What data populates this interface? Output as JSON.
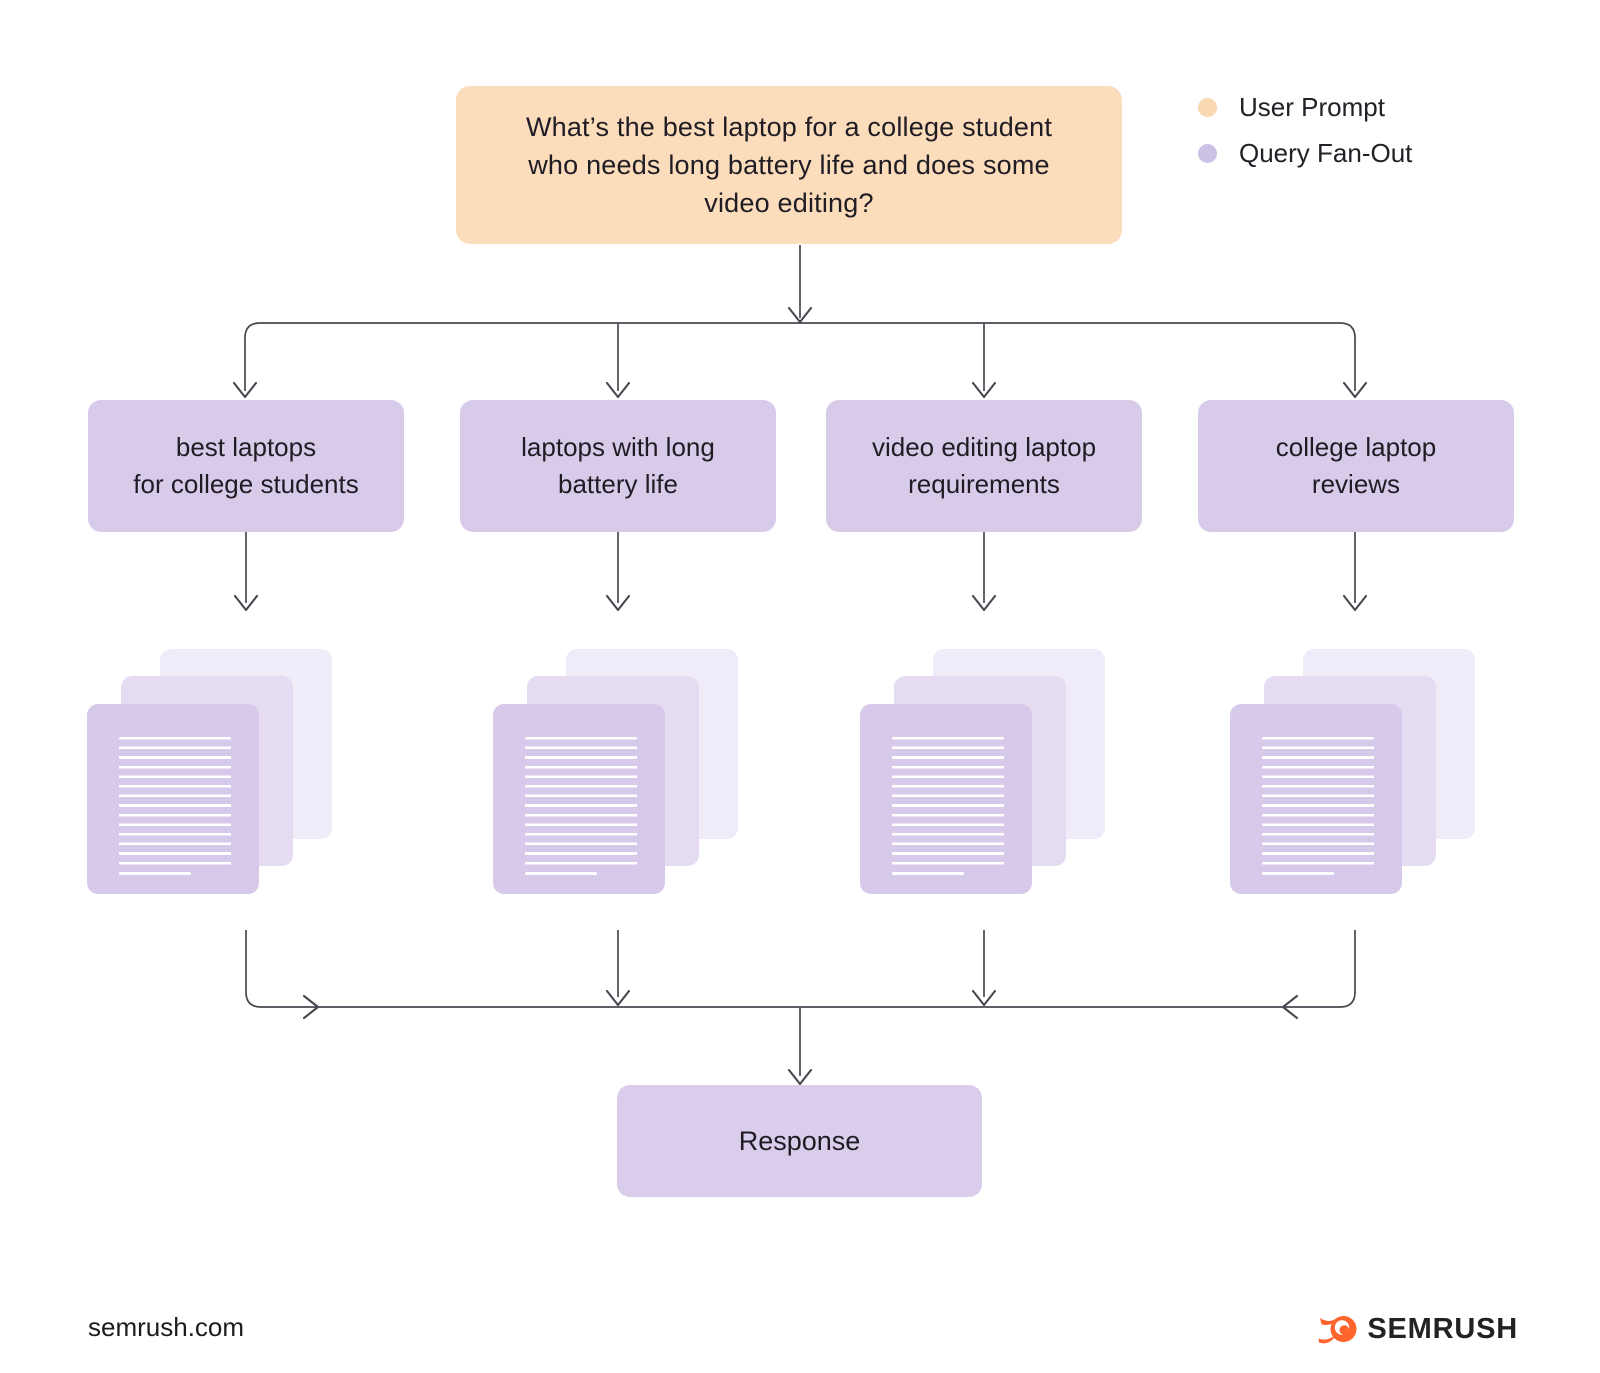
{
  "legend": {
    "items": [
      {
        "label": "User Prompt",
        "color": "#F9D8B2"
      },
      {
        "label": "Query Fan-Out",
        "color": "#CDC1E5"
      }
    ]
  },
  "prompt": {
    "text": "What’s the best laptop for a college student who needs long battery life and does some video editing?"
  },
  "queries": [
    {
      "label": "best laptops\nfor college students"
    },
    {
      "label": "laptops with long\nbattery life"
    },
    {
      "label": "video editing laptop\nrequirements"
    },
    {
      "label": "college laptop\nreviews"
    }
  ],
  "response": {
    "label": "Response"
  },
  "footer": {
    "site": "semrush.com",
    "brand": "SEMRUSH"
  },
  "colors": {
    "user_prompt_box": "#FBDCBB",
    "query_box": "#D8CBEA",
    "response_box": "#DACCEB",
    "document_front": "#D7C9E9",
    "document_middle": "#E5DCF2",
    "document_back": "#F0EBF8",
    "connector": "#4A4750",
    "brand_orange": "#FF642D",
    "background": "#FFFFFF"
  }
}
